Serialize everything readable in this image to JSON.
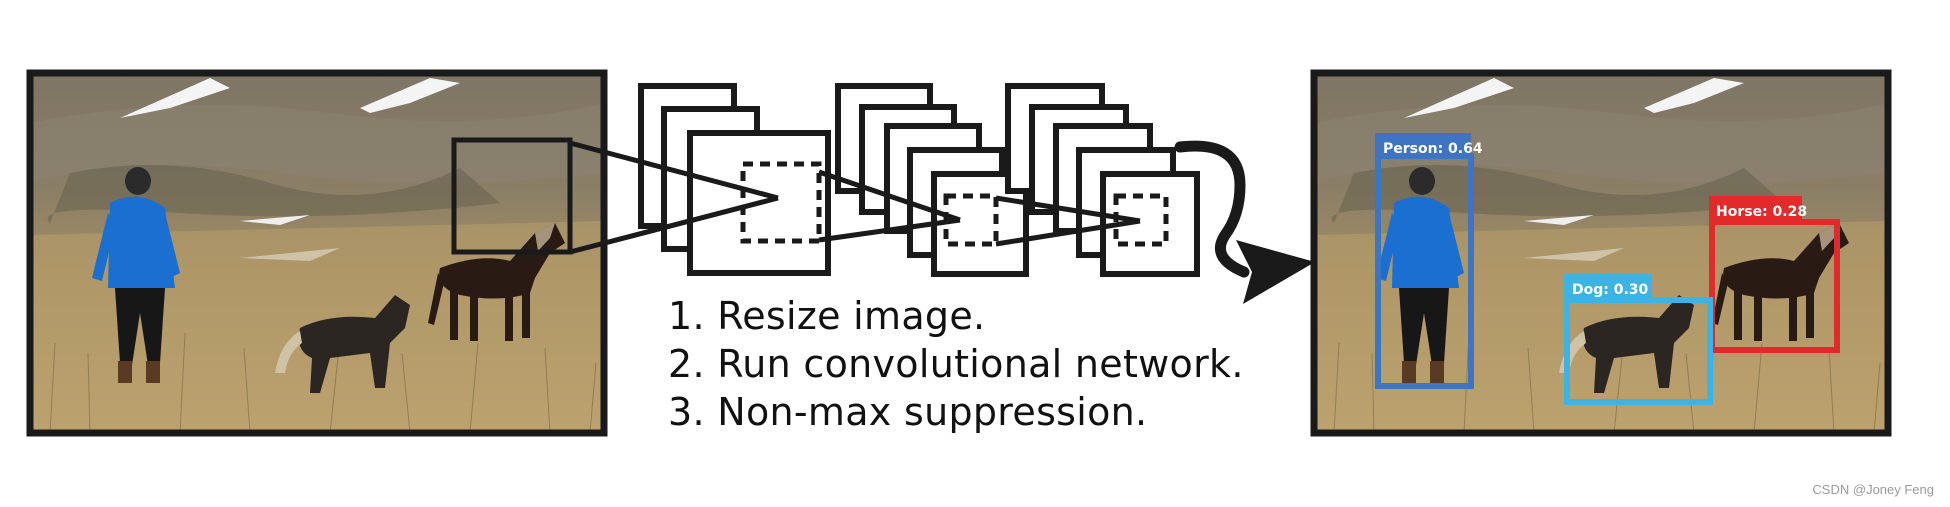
{
  "steps": [
    "1. Resize image.",
    "2. Run convolutional network.",
    "3. Non-max suppression."
  ],
  "detections": [
    {
      "label": "Person: 0.64",
      "color": "#3f74c2"
    },
    {
      "label": "Horse: 0.28",
      "color": "#e22a2a"
    },
    {
      "label": "Dog: 0.30",
      "color": "#3cb3e3"
    }
  ],
  "watermark": "CSDN @Joney Feng",
  "colors": {
    "ink": "#1a1a1a",
    "sky": "#9c8f7a",
    "field": "#b49d6d"
  }
}
